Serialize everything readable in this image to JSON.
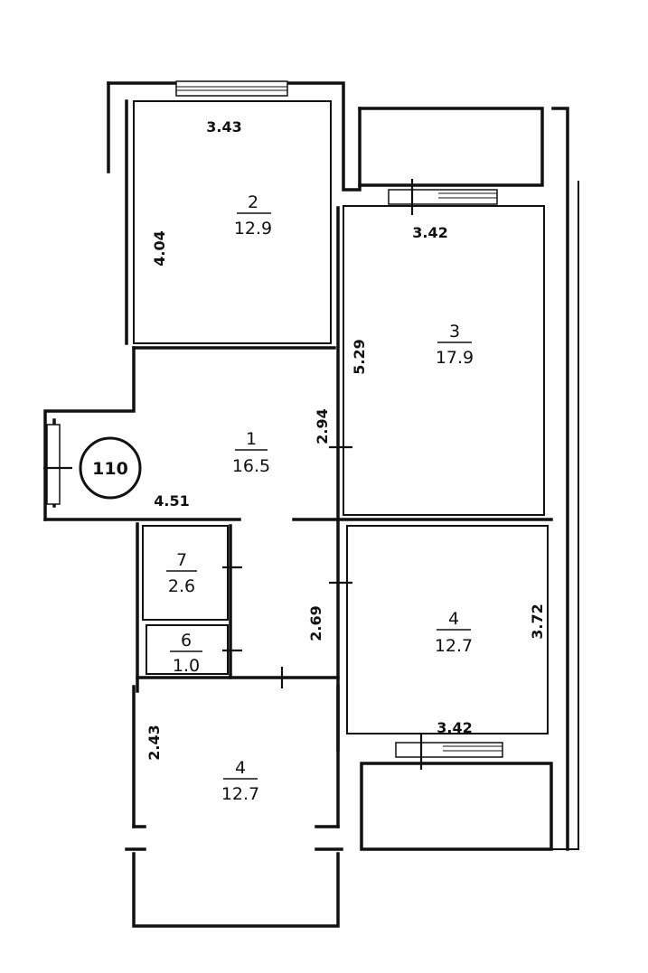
{
  "plan_number": "110",
  "rooms": [
    {
      "id": "room-2",
      "number": "2",
      "area": "12.9"
    },
    {
      "id": "room-3",
      "number": "3",
      "area": "17.9"
    },
    {
      "id": "room-1",
      "number": "1",
      "area": "16.5"
    },
    {
      "id": "room-7",
      "number": "7",
      "area": "2.6"
    },
    {
      "id": "room-6",
      "number": "6",
      "area": "1.0"
    },
    {
      "id": "room-4-right",
      "number": "4",
      "area": "12.7"
    },
    {
      "id": "room-4-left",
      "number": "4",
      "area": "12.7"
    }
  ],
  "dimensions": {
    "room2_width": "3.43",
    "room2_height": "4.04",
    "room3_width": "3.42",
    "room3_height": "5.29",
    "hall_height": "2.94",
    "hall_width": "4.51",
    "corridor_height": "2.69",
    "room4_right_height": "3.72",
    "room4_right_width": "3.42",
    "room4_left_height": "2.43"
  }
}
